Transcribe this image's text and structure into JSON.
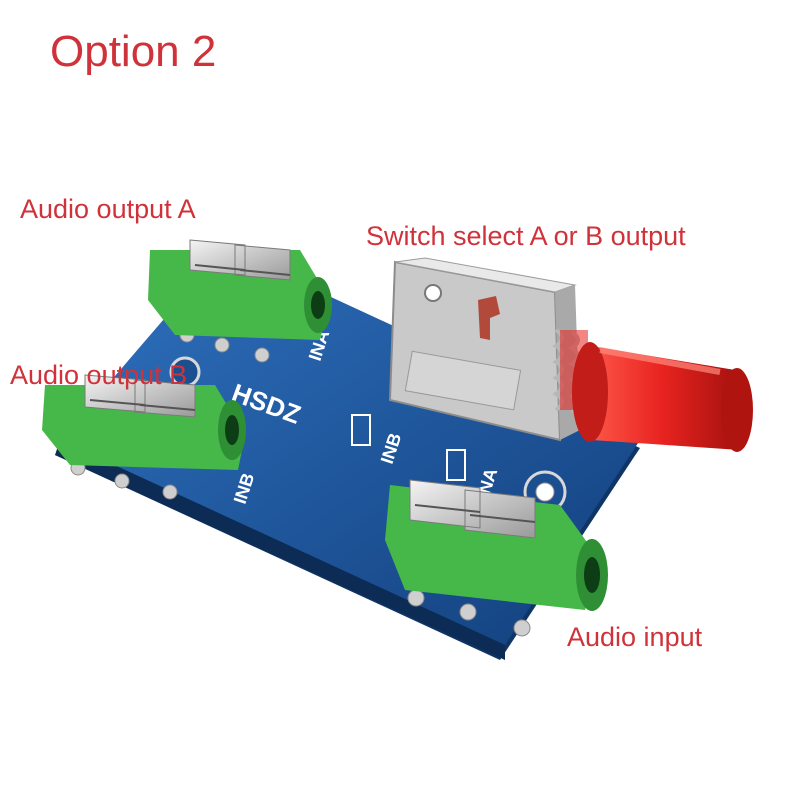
{
  "title": "Option 2",
  "callouts": {
    "audio_output_a": "Audio output A",
    "audio_output_b": "Audio output B",
    "switch": "Switch select A or B output",
    "audio_input": "Audio input"
  },
  "board": {
    "brand": "HSDZ",
    "silkscreen_a": "INA",
    "silkscreen_b": "INB",
    "switch_mark_b": "INB",
    "switch_mark_a": "INA"
  },
  "colors": {
    "label_red": "#d0323a",
    "pcb_blue": "#1e5aa6",
    "jack_green": "#46b84a",
    "button_red": "#e8231f"
  }
}
